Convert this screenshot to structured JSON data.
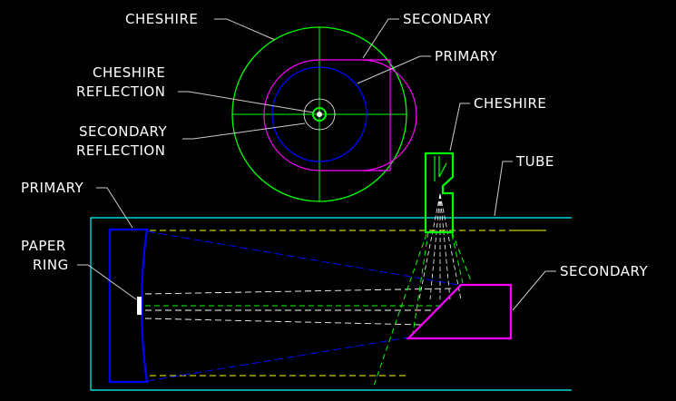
{
  "labels": {
    "eyepiece_view": {
      "cheshire": "CHESHIRE",
      "secondary": "SECONDARY",
      "primary": "PRIMARY",
      "cheshire_reflection_1": "CHESHIRE",
      "cheshire_reflection_2": "REFLECTION",
      "secondary_reflection_1": "SECONDARY",
      "secondary_reflection_2": "REFLECTION"
    },
    "side_view": {
      "cheshire": "CHESHIRE",
      "tube": "TUBE",
      "primary": "PRIMARY",
      "paper_ring_1": "PAPER",
      "paper_ring_2": "RING",
      "secondary": "SECONDARY"
    }
  },
  "colors": {
    "background": "#000000",
    "text": "#ffffff",
    "leader": "#cccccc",
    "cheshire": "#00ff00",
    "secondary": "#ff00ff",
    "primary": "#0000ff",
    "tube": "#00ffff",
    "light_path": "#ffff00",
    "crosshair": "#00ff00",
    "paper_ring": "#ffffff"
  }
}
